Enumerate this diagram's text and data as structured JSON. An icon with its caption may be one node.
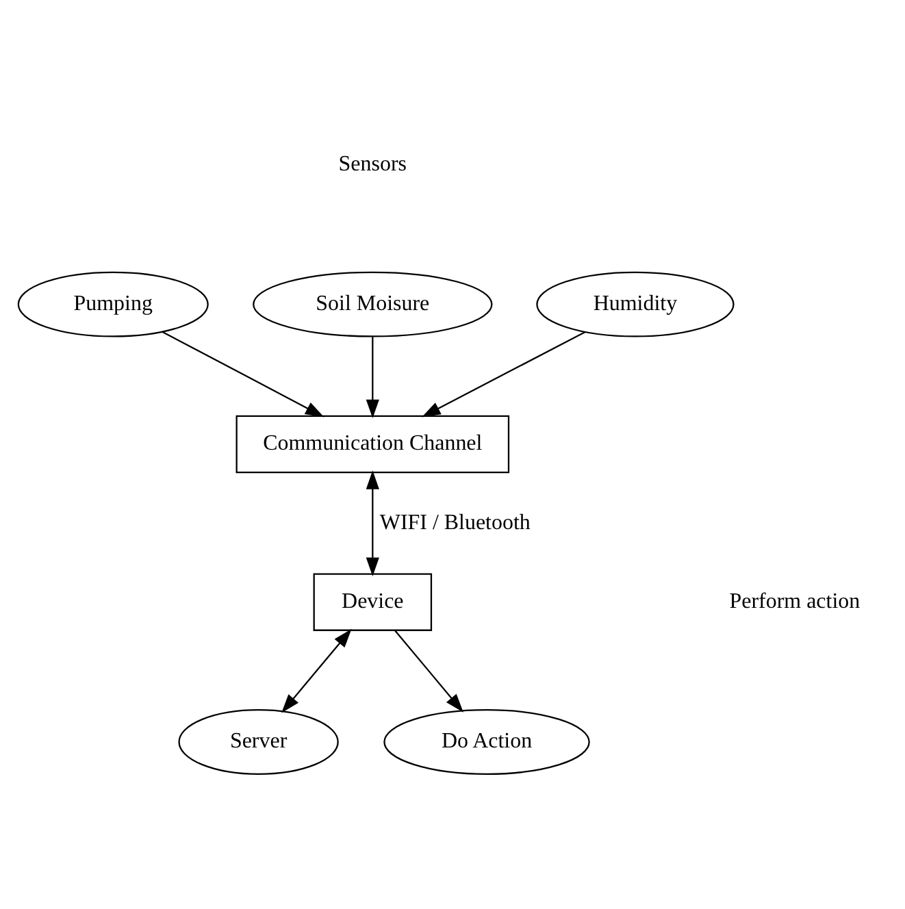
{
  "diagram": {
    "nodes": [
      {
        "text": [
          "Pumping"
        ]
      },
      {
        "text": [
          "Soil Moisure"
        ]
      },
      {
        "text": [
          "Humidity"
        ]
      },
      {
        "text": [
          "Communication Channel"
        ]
      },
      {
        "text": [
          "Device"
        ]
      },
      {
        "text": [
          "Server"
        ]
      },
      {
        "text": [
          "Do Action"
        ]
      }
    ],
    "edges": [
      {
        "from": 0,
        "to": 3,
        "arrow": "to"
      },
      {
        "from": 1,
        "to": 3,
        "arrow": "to"
      },
      {
        "from": 2,
        "to": 3,
        "arrow": "to"
      },
      {
        "from": 3,
        "to": 4,
        "arrow": "both",
        "label": "WIFI / Bluetooth"
      },
      {
        "from": 4,
        "to": 5,
        "arrow": "both"
      },
      {
        "from": 4,
        "to": 6,
        "arrow": "to"
      }
    ],
    "labels": [
      "Sensors",
      "Perform action"
    ]
  }
}
